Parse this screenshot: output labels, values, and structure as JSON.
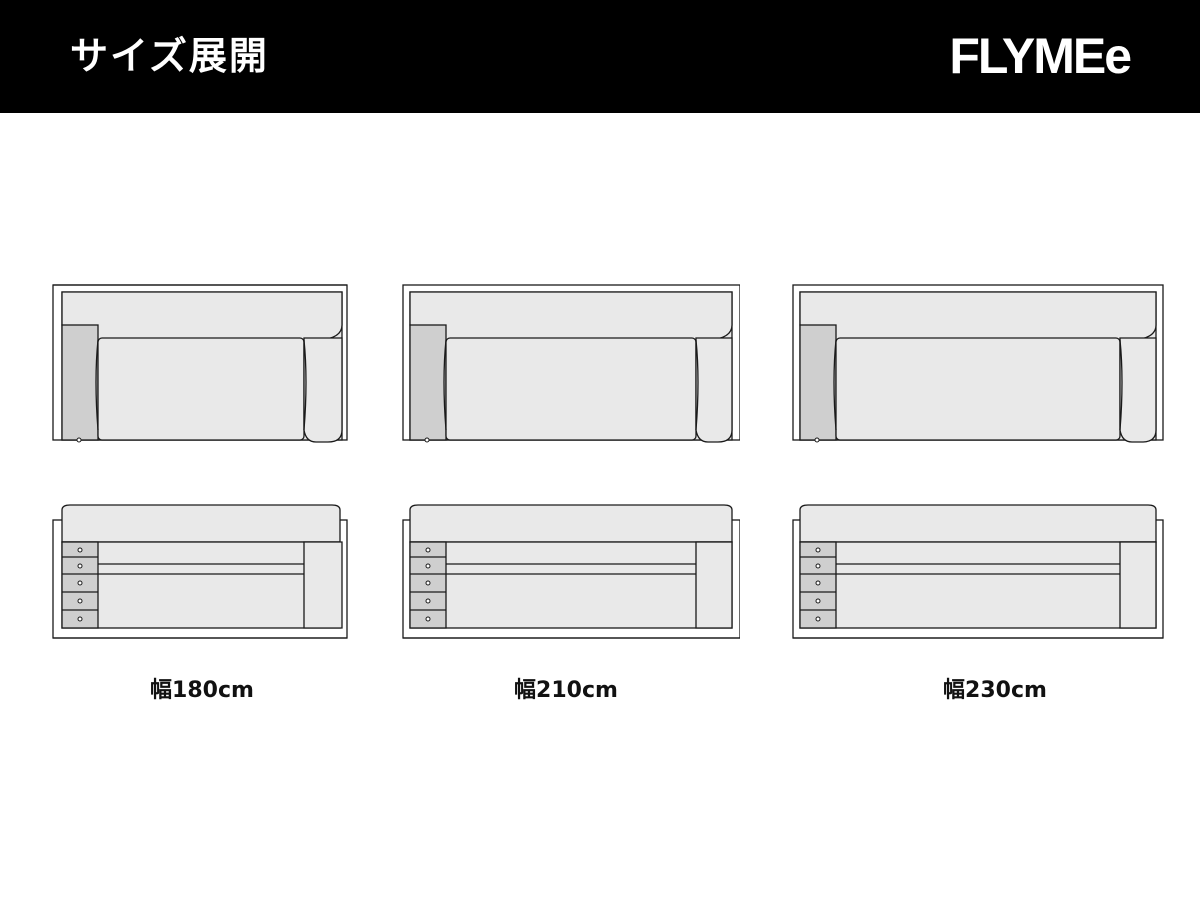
{
  "header": {
    "title": "サイズ展開",
    "brand": "FLYMEe"
  },
  "sofas": [
    {
      "label": "幅180cm"
    },
    {
      "label": "幅210cm"
    },
    {
      "label": "幅230cm"
    }
  ],
  "colors": {
    "header_bg": "#000000",
    "header_text": "#ffffff",
    "sofa_fill": "#e9e9e9",
    "arm_fill": "#cfcfcf",
    "outline": "#1a1a1a"
  }
}
